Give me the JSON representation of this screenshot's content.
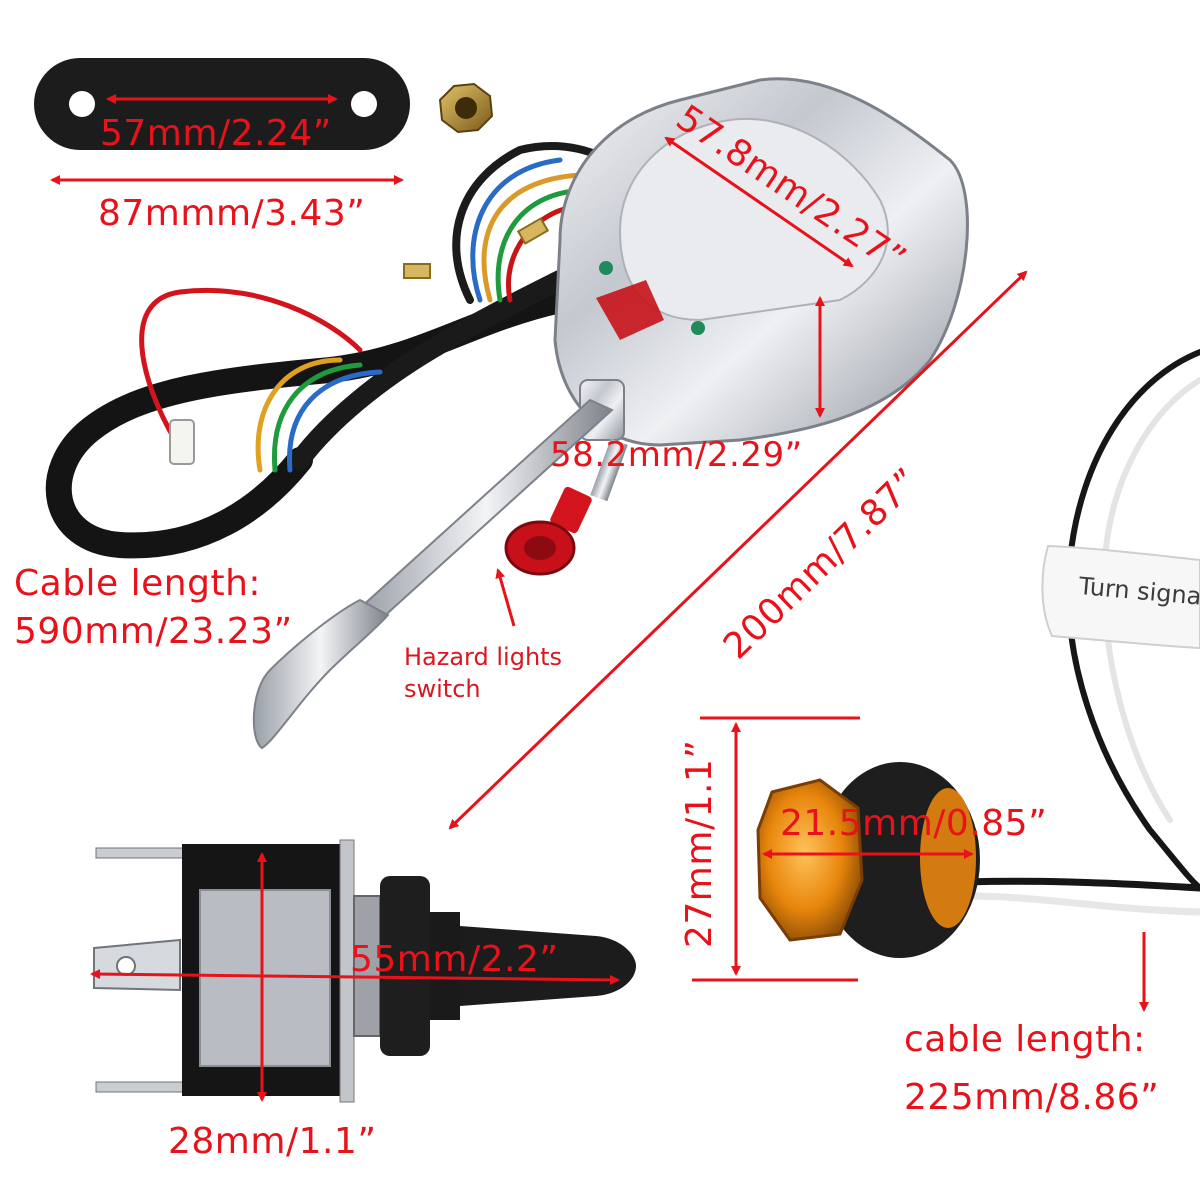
{
  "bracket": {
    "hole_spacing": "57mm/2.24”",
    "length": "87mmm/3.43”"
  },
  "switch_box": {
    "width": "57.8mm/2.27”",
    "height": "58.2mm/2.29”"
  },
  "lever": {
    "length": "200mm/7.87”"
  },
  "main_cable": {
    "title": "Cable length:",
    "value": "590mm/23.23”"
  },
  "hazard": {
    "line1": "Hazard lights",
    "line2": "switch"
  },
  "toggle": {
    "length": "55mm/2.2”",
    "height": "28mm/1.1”"
  },
  "indicator_light": {
    "height": "27mm/1.1”",
    "diameter": "21.5mm/0.85”",
    "tag": "Turn signa"
  },
  "light_cable": {
    "title": "cable length:",
    "value": "225mm/8.86”"
  },
  "colors": {
    "label_red": "#e8121b",
    "chrome": "#c9ccd1",
    "amber": "#e8860c",
    "hazard_red": "#d4141c",
    "wire_black": "#1a1a1a"
  }
}
